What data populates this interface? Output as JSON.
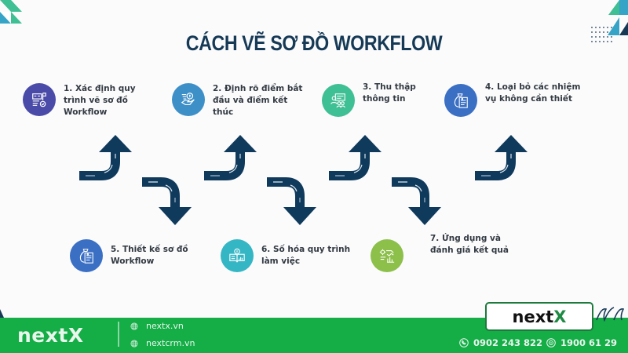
{
  "title": "CÁCH VẼ SƠ ĐỒ WORKFLOW",
  "colors": {
    "title": "#163a56",
    "arrow": "#0f3a5c",
    "footer": "#14ad46",
    "accent_teal": "#3fbf94",
    "accent_blue": "#36a4c7"
  },
  "steps": [
    {
      "number": 1,
      "label": "1. Xác định quy\n   trình vẽ sơ đồ\n   Workflow",
      "icon": "checklist-icon",
      "color": "#4a4aa8"
    },
    {
      "number": 2,
      "label": "2. Định rõ điểm bắt\nđầu và điểm kết\nthúc",
      "icon": "hand-coin-icon",
      "color": "#3d8fc8"
    },
    {
      "number": 3,
      "label": "3. Thu thập\nthông tin",
      "icon": "team-board-icon",
      "color": "#3fbf94"
    },
    {
      "number": 4,
      "label": "4. Loại bỏ các nhiệm\nvụ không cần thiết",
      "icon": "money-bag-document-icon",
      "color": "#3a6fc4"
    },
    {
      "number": 5,
      "label": "5. Thiết kế sơ đồ\nWorkflow",
      "icon": "money-bag-document-icon",
      "color": "#3a6fc4"
    },
    {
      "number": 6,
      "label": " 6. Số hóa quy trình\nlàm việc",
      "icon": "book-coin-icon",
      "color": "#35b6c4"
    },
    {
      "number": 7,
      "label": "7. Ứng dụng và\nđánh giá kết quả",
      "icon": "analytics-gear-icon",
      "color": "#8cc04a"
    }
  ],
  "footer": {
    "brand": "nextX",
    "links": [
      "nextx.vn",
      "nextcrm.vn"
    ],
    "phones": [
      "0902 243 822",
      "1900 61 29"
    ],
    "logo_left": "next",
    "logo_right": "X"
  }
}
